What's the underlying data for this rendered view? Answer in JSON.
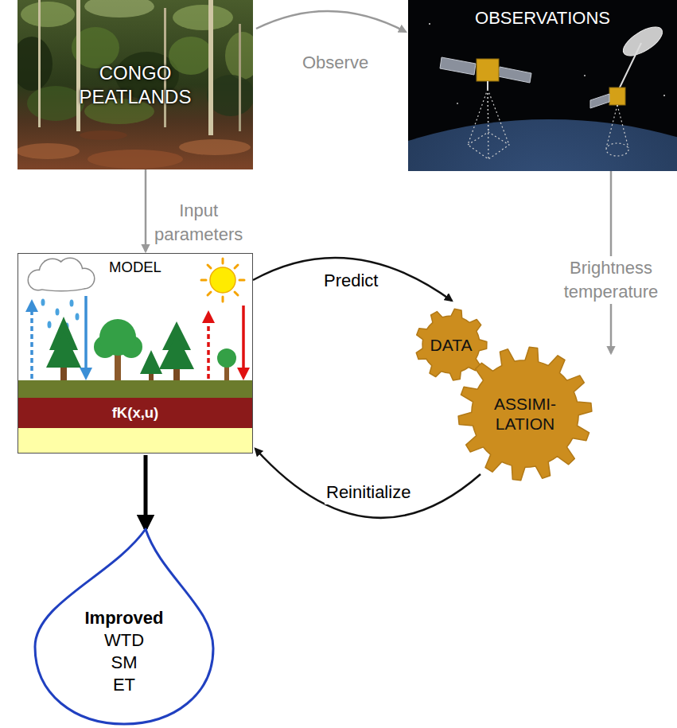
{
  "diagram": {
    "nodes": [
      {
        "text": [
          "CONGO PEATLANDS"
        ]
      },
      {
        "text": [
          "OBSERVATIONS"
        ]
      },
      {
        "text": [
          "MODEL",
          "fK(x,u)"
        ]
      },
      {
        "text": [
          "DATA"
        ]
      },
      {
        "text": [
          "ASSIMI- LATION"
        ]
      },
      {
        "text": [
          "Improved",
          "WTD SM ET"
        ]
      }
    ],
    "edges": [
      {
        "from": 0,
        "to": 1,
        "label": "Observe",
        "arrow": "to"
      },
      {
        "from": 0,
        "to": 2,
        "label": "Input parameters",
        "arrow": "to"
      },
      {
        "from": 1,
        "to": 4,
        "label": "Brightness temperature",
        "arrow": "to"
      },
      {
        "from": 2,
        "to": 3,
        "label": "Predict",
        "arrow": "to"
      },
      {
        "from": 4,
        "to": 2,
        "label": "Reinitialize",
        "arrow": "to"
      },
      {
        "from": 2,
        "to": 5,
        "arrow": "to"
      }
    ]
  }
}
